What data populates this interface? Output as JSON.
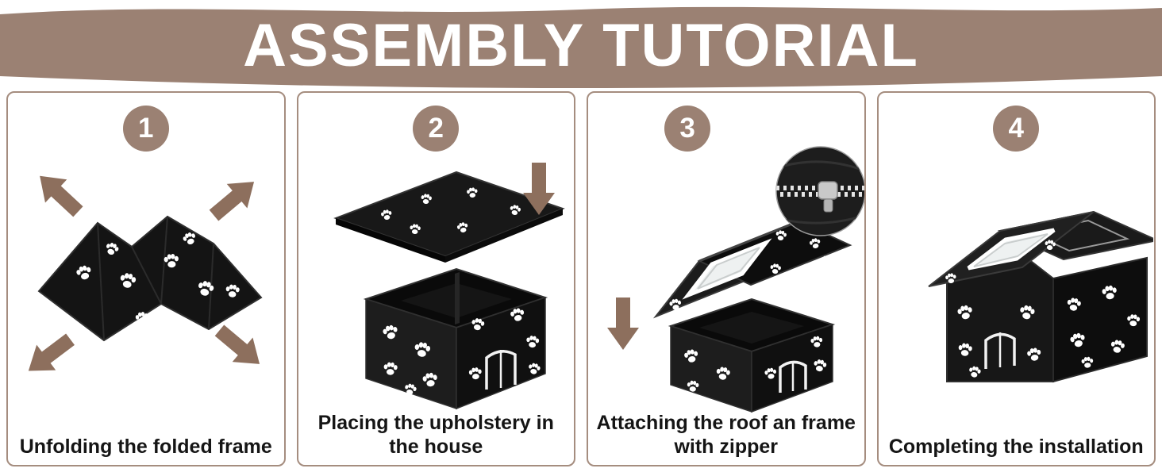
{
  "banner": {
    "title": "ASSEMBLY TUTORIAL"
  },
  "steps": [
    {
      "number": "1",
      "caption": "Unfolding the folded frame"
    },
    {
      "number": "2",
      "caption": "Placing the upholstery in the house"
    },
    {
      "number": "3",
      "caption": "Attaching the roof an frame with zipper"
    },
    {
      "number": "4",
      "caption": "Completing the installation"
    }
  ],
  "icons": [
    "expand-arrow-icon",
    "down-arrow-icon",
    "zipper-detail-inset",
    "paw-print-pattern"
  ],
  "colors": {
    "banner-brown": "#9b8173",
    "badge-brown": "#9b8173",
    "arrow-brown": "#8d6f5d",
    "card-border": "#a58d7f",
    "house-black": "#161616",
    "caption-text": "#151515",
    "paw-white": "#ffffff"
  }
}
